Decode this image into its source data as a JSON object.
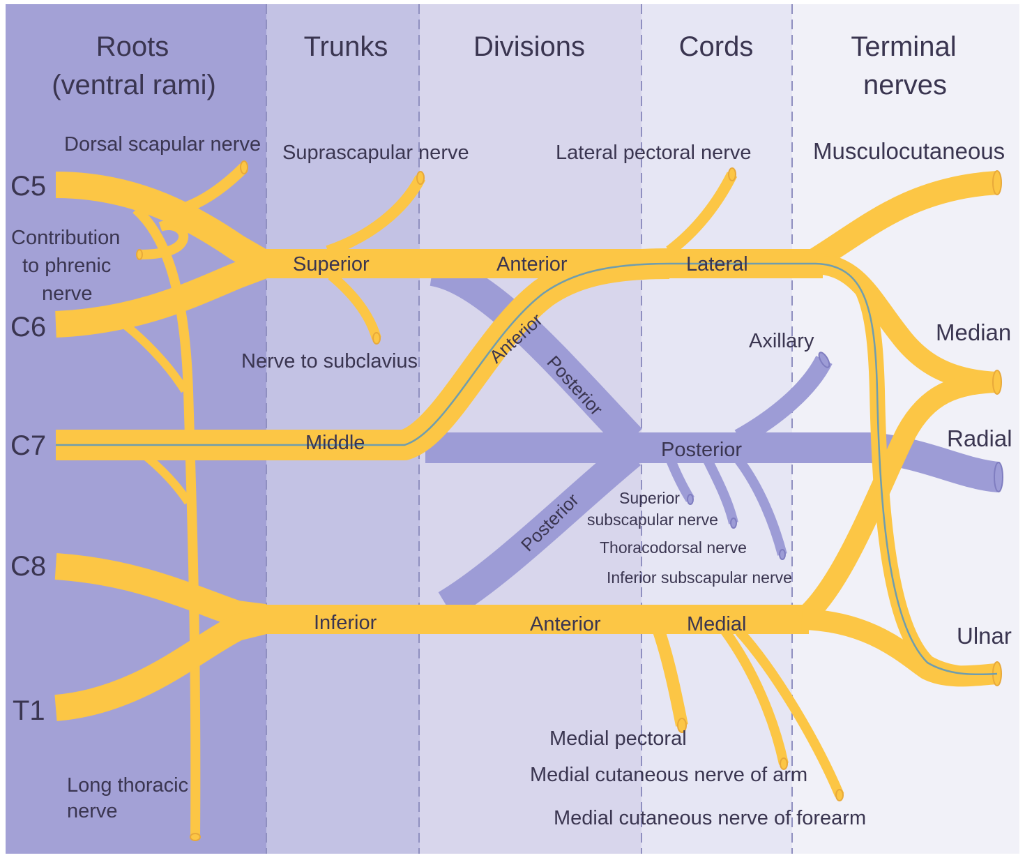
{
  "headers": {
    "roots_line1": "Roots",
    "roots_line2": "(ventral rami)",
    "trunks": "Trunks",
    "divisions": "Divisions",
    "cords": "Cords",
    "terminal_line1": "Terminal",
    "terminal_line2": "nerves"
  },
  "roots": [
    "C5",
    "C6",
    "C7",
    "C8",
    "T1"
  ],
  "trunks": {
    "superior": "Superior",
    "middle": "Middle",
    "inferior": "Inferior"
  },
  "divisions": {
    "anterior_upper": "Anterior",
    "anterior_diag": "Anterior",
    "posterior_upper": "Posterior",
    "posterior_lower": "Posterior",
    "anterior_lower": "Anterior"
  },
  "cords": {
    "lateral": "Lateral",
    "posterior": "Posterior",
    "medial": "Medial"
  },
  "terminal_nerves": {
    "musculocutaneous": "Musculocutaneous",
    "median": "Median",
    "radial": "Radial",
    "ulnar": "Ulnar",
    "axillary": "Axillary"
  },
  "branches": {
    "dorsal_scapular": "Dorsal scapular nerve",
    "phrenic_line1": "Contribution",
    "phrenic_line2": "to phrenic",
    "phrenic_line3": "nerve",
    "suprascapular": "Suprascapular nerve",
    "subclavius": "Nerve to subclavius",
    "lateral_pectoral": "Lateral pectoral nerve",
    "superior_subscapular_line1": "Superior",
    "superior_subscapular_line2": "subscapular nerve",
    "thoracodorsal": "Thoracodorsal nerve",
    "inferior_subscapular": "Inferior subscapular nerve",
    "medial_pectoral": "Medial pectoral",
    "medial_cut_arm": "Medial cutaneous nerve of arm",
    "medial_cut_forearm": "Medial cutaneous nerve of forearm",
    "long_thoracic_line1": "Long thoracic",
    "long_thoracic_line2": "nerve"
  },
  "colors": {
    "roots_band": "#a3a1d6",
    "trunks_band": "#c3c2e4",
    "divisions_band": "#d8d6ec",
    "cords_band": "#e6e6f4",
    "terminal_band": "#f1f1f8",
    "nerve_yellow": "#fcc645",
    "nerve_blue": "#9d9cd6",
    "fiber_line": "#6f9dae"
  }
}
